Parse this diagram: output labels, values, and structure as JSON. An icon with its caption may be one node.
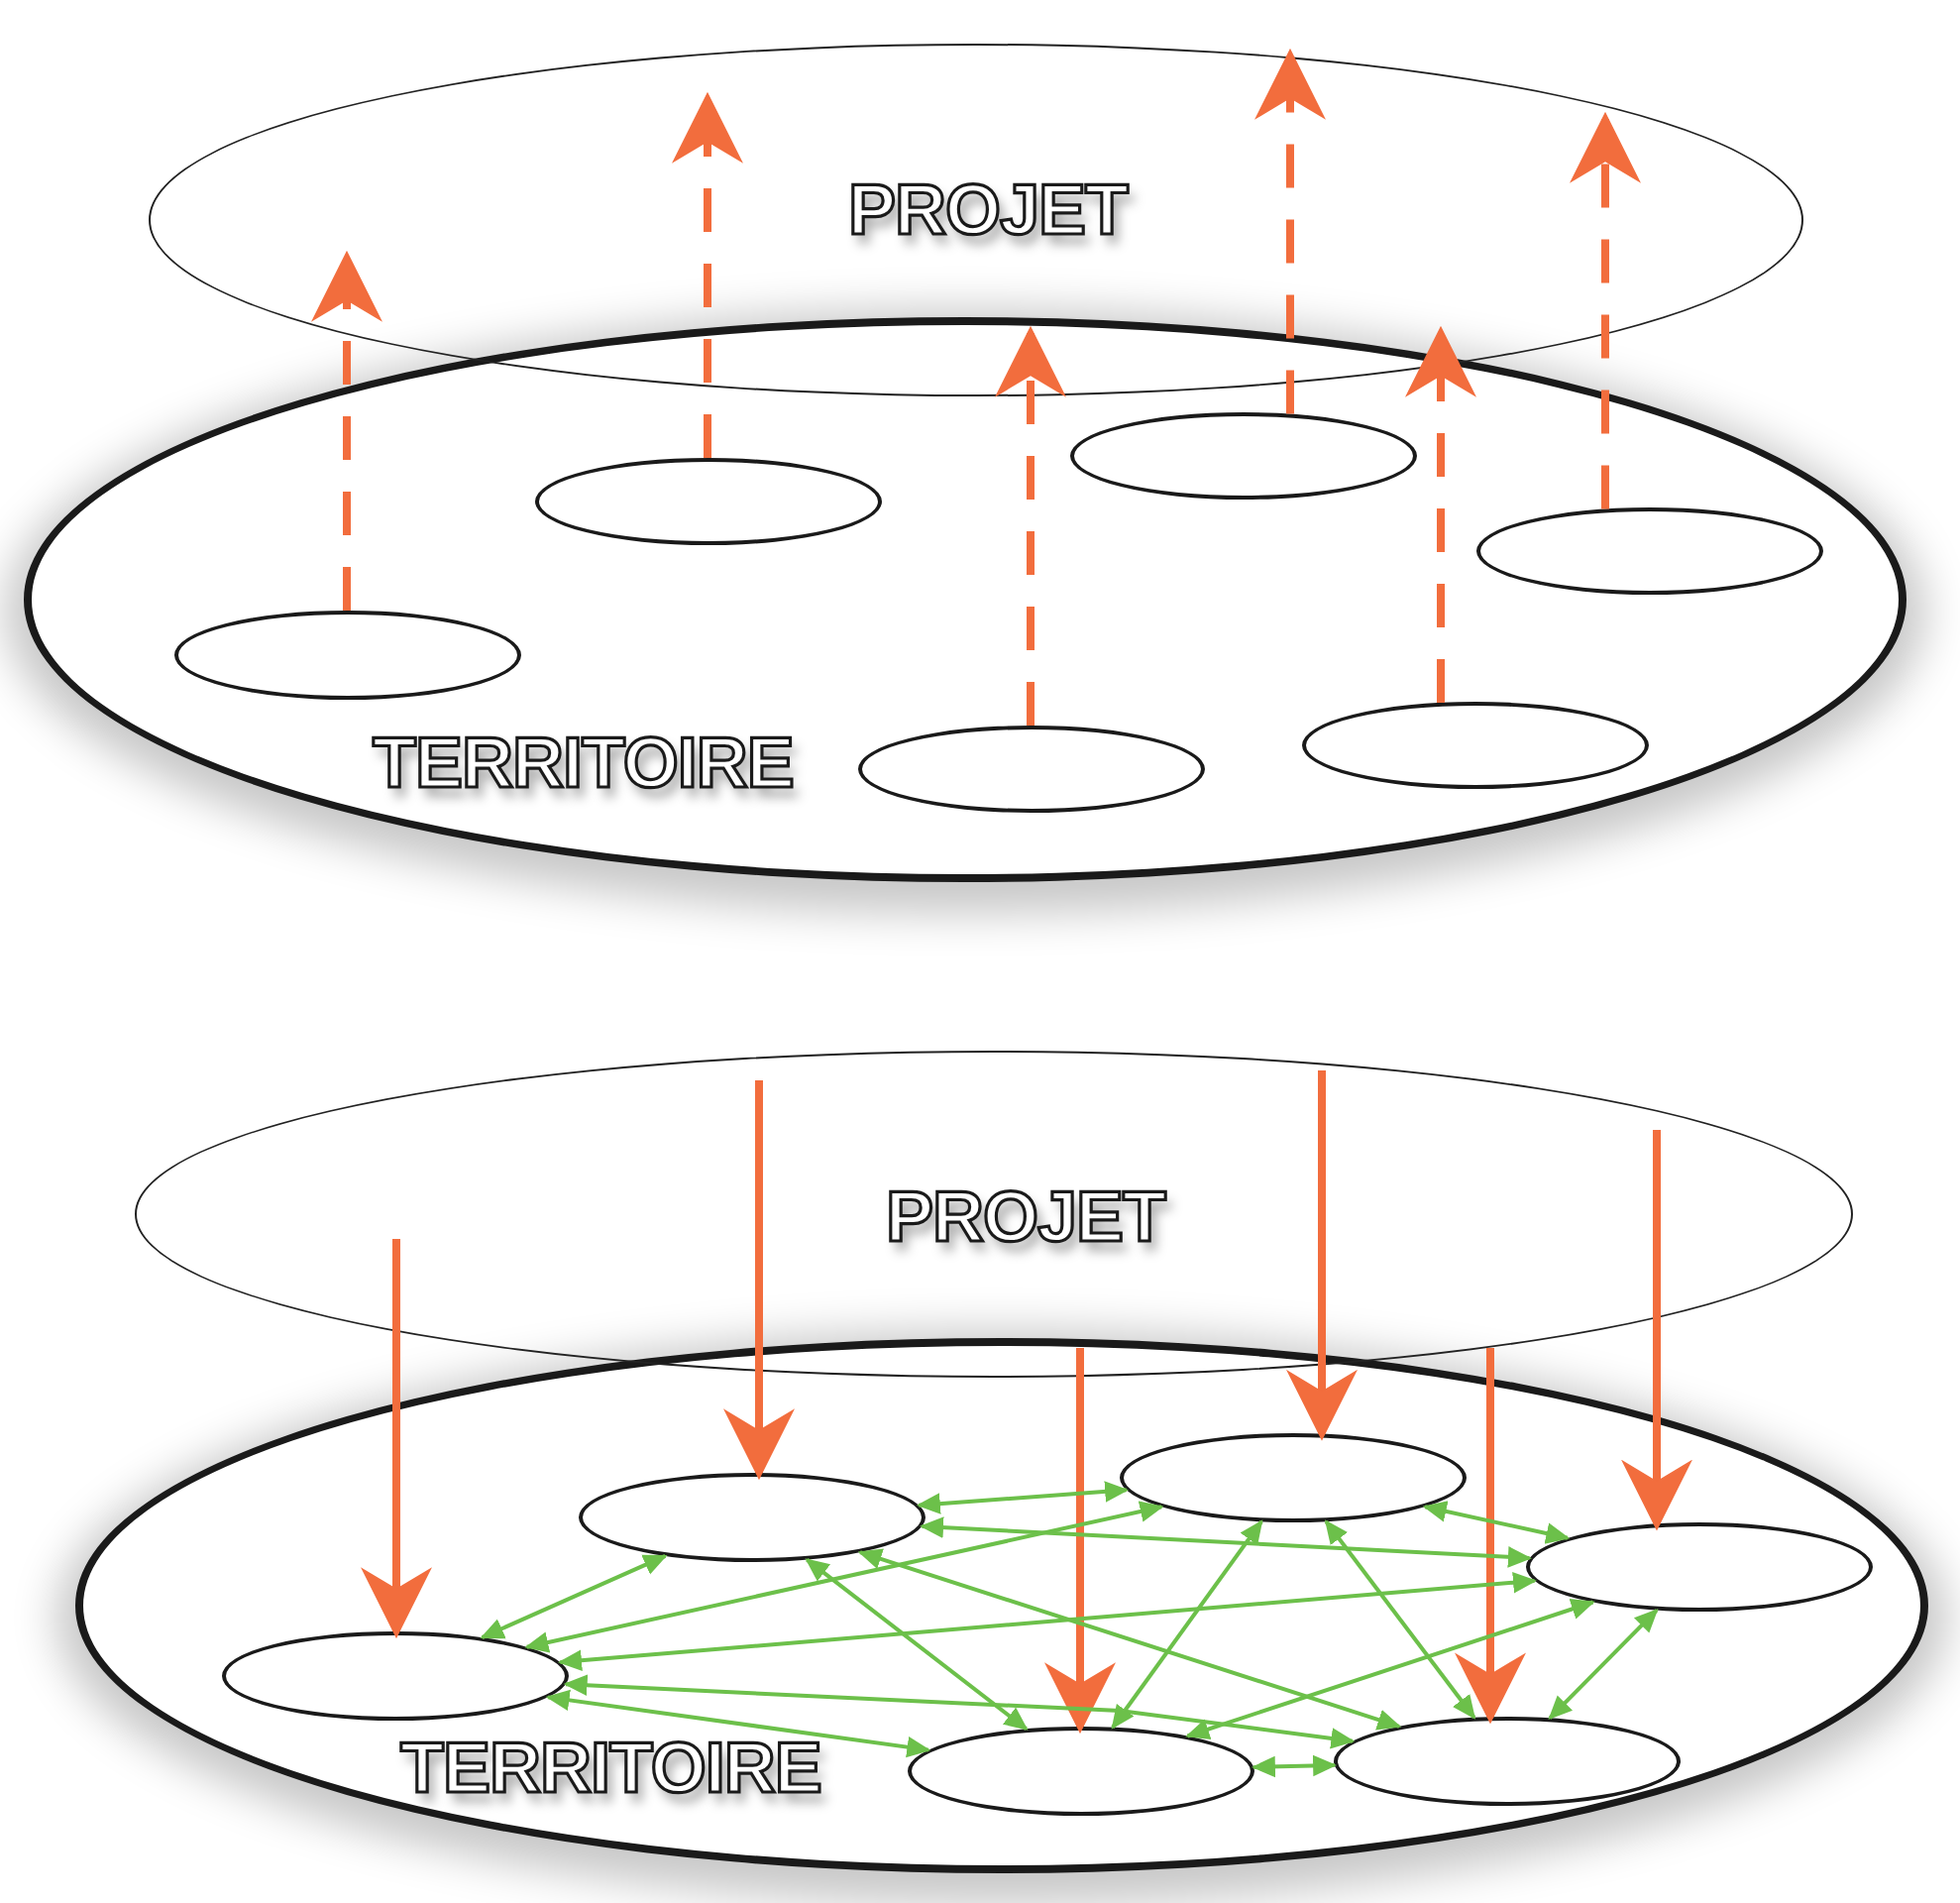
{
  "diagram": {
    "nodes": [
      {
        "text": [
          "PROJET"
        ]
      },
      {
        "text": [
          "TERRITOIRE"
        ]
      },
      {
        "text": [],
        "shape": "ellipse",
        "in": 1
      },
      {
        "text": [],
        "shape": "ellipse",
        "in": 1
      },
      {
        "text": [],
        "shape": "ellipse",
        "in": 1
      },
      {
        "text": [],
        "shape": "ellipse",
        "in": 1
      },
      {
        "text": [],
        "shape": "ellipse",
        "in": 1
      },
      {
        "text": [],
        "shape": "ellipse",
        "in": 1
      },
      {
        "text": [
          "PROJET"
        ]
      },
      {
        "text": [
          "TERRITOIRE"
        ]
      },
      {
        "text": [],
        "shape": "ellipse",
        "in": 9
      },
      {
        "text": [],
        "shape": "ellipse",
        "in": 9
      },
      {
        "text": [],
        "shape": "ellipse",
        "in": 9
      },
      {
        "text": [],
        "shape": "ellipse",
        "in": 9
      },
      {
        "text": [],
        "shape": "ellipse",
        "in": 9
      },
      {
        "text": [],
        "shape": "ellipse",
        "in": 9
      }
    ],
    "edges": [
      {
        "from": 2,
        "to": 0,
        "arrow": "to",
        "style": "dashed",
        "color": "#f26d3d"
      },
      {
        "from": 3,
        "to": 0,
        "arrow": "to",
        "style": "dashed",
        "color": "#f26d3d"
      },
      {
        "from": 4,
        "to": 0,
        "arrow": "to",
        "style": "dashed",
        "color": "#f26d3d"
      },
      {
        "from": 5,
        "to": 0,
        "arrow": "to",
        "style": "dashed",
        "color": "#f26d3d"
      },
      {
        "from": 6,
        "to": 0,
        "arrow": "to",
        "style": "dashed",
        "color": "#f26d3d"
      },
      {
        "from": 7,
        "to": 0,
        "arrow": "to",
        "style": "dashed",
        "color": "#f26d3d"
      },
      {
        "from": 8,
        "to": 10,
        "arrow": "to",
        "style": "thick",
        "color": "#f26d3d"
      },
      {
        "from": 8,
        "to": 11,
        "arrow": "to",
        "style": "thick",
        "color": "#f26d3d"
      },
      {
        "from": 8,
        "to": 12,
        "arrow": "to",
        "style": "thick",
        "color": "#f26d3d"
      },
      {
        "from": 8,
        "to": 13,
        "arrow": "to",
        "style": "thick",
        "color": "#f26d3d"
      },
      {
        "from": 8,
        "to": 14,
        "arrow": "to",
        "style": "thick",
        "color": "#f26d3d"
      },
      {
        "from": 8,
        "to": 15,
        "arrow": "to",
        "style": "thick",
        "color": "#f26d3d"
      },
      {
        "from": 10,
        "to": 11,
        "arrow": "both"
      },
      {
        "from": 10,
        "to": 12,
        "arrow": "both"
      },
      {
        "from": 10,
        "to": 13,
        "arrow": "both"
      },
      {
        "from": 10,
        "to": 14,
        "arrow": "both"
      },
      {
        "from": 10,
        "to": 15,
        "arrow": "both"
      },
      {
        "from": 11,
        "to": 12,
        "arrow": "both"
      },
      {
        "from": 11,
        "to": 13,
        "arrow": "both"
      },
      {
        "from": 11,
        "to": 14,
        "arrow": "both"
      },
      {
        "from": 11,
        "to": 15,
        "arrow": "both"
      },
      {
        "from": 12,
        "to": 13,
        "arrow": "both"
      },
      {
        "from": 12,
        "to": 14,
        "arrow": "both"
      },
      {
        "from": 12,
        "to": 15,
        "arrow": "both"
      },
      {
        "from": 13,
        "to": 14,
        "arrow": "both"
      },
      {
        "from": 13,
        "to": 15,
        "arrow": "both"
      },
      {
        "from": 14,
        "to": 15,
        "arrow": "both"
      }
    ]
  }
}
